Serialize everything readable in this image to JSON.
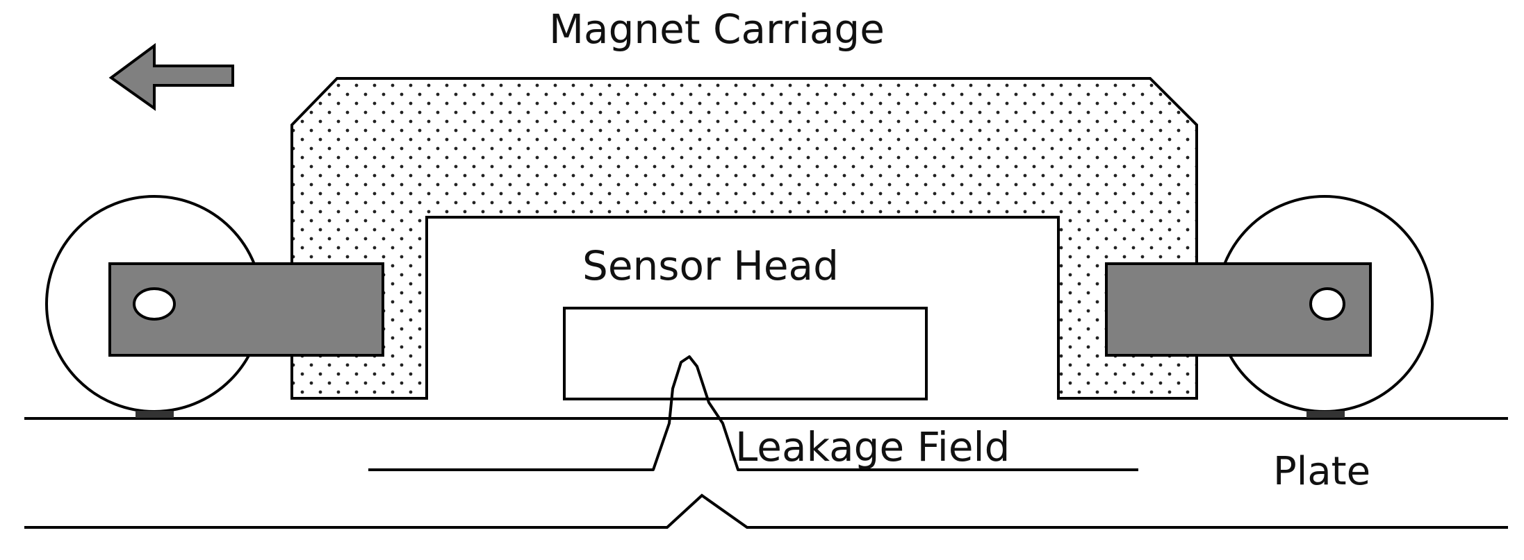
{
  "labels": {
    "magnet_carriage": "Magnet Carriage",
    "sensor_head": "Sensor Head",
    "leakage_field": "Leakage Field",
    "plate": "Plate"
  },
  "icons": {
    "direction": "arrow-left-icon"
  },
  "colors": {
    "stroke": "#000000",
    "bracket_fill": "#808080",
    "carriage_fill": "#ffffff",
    "dot_color": "#222222",
    "background": "#ffffff"
  }
}
